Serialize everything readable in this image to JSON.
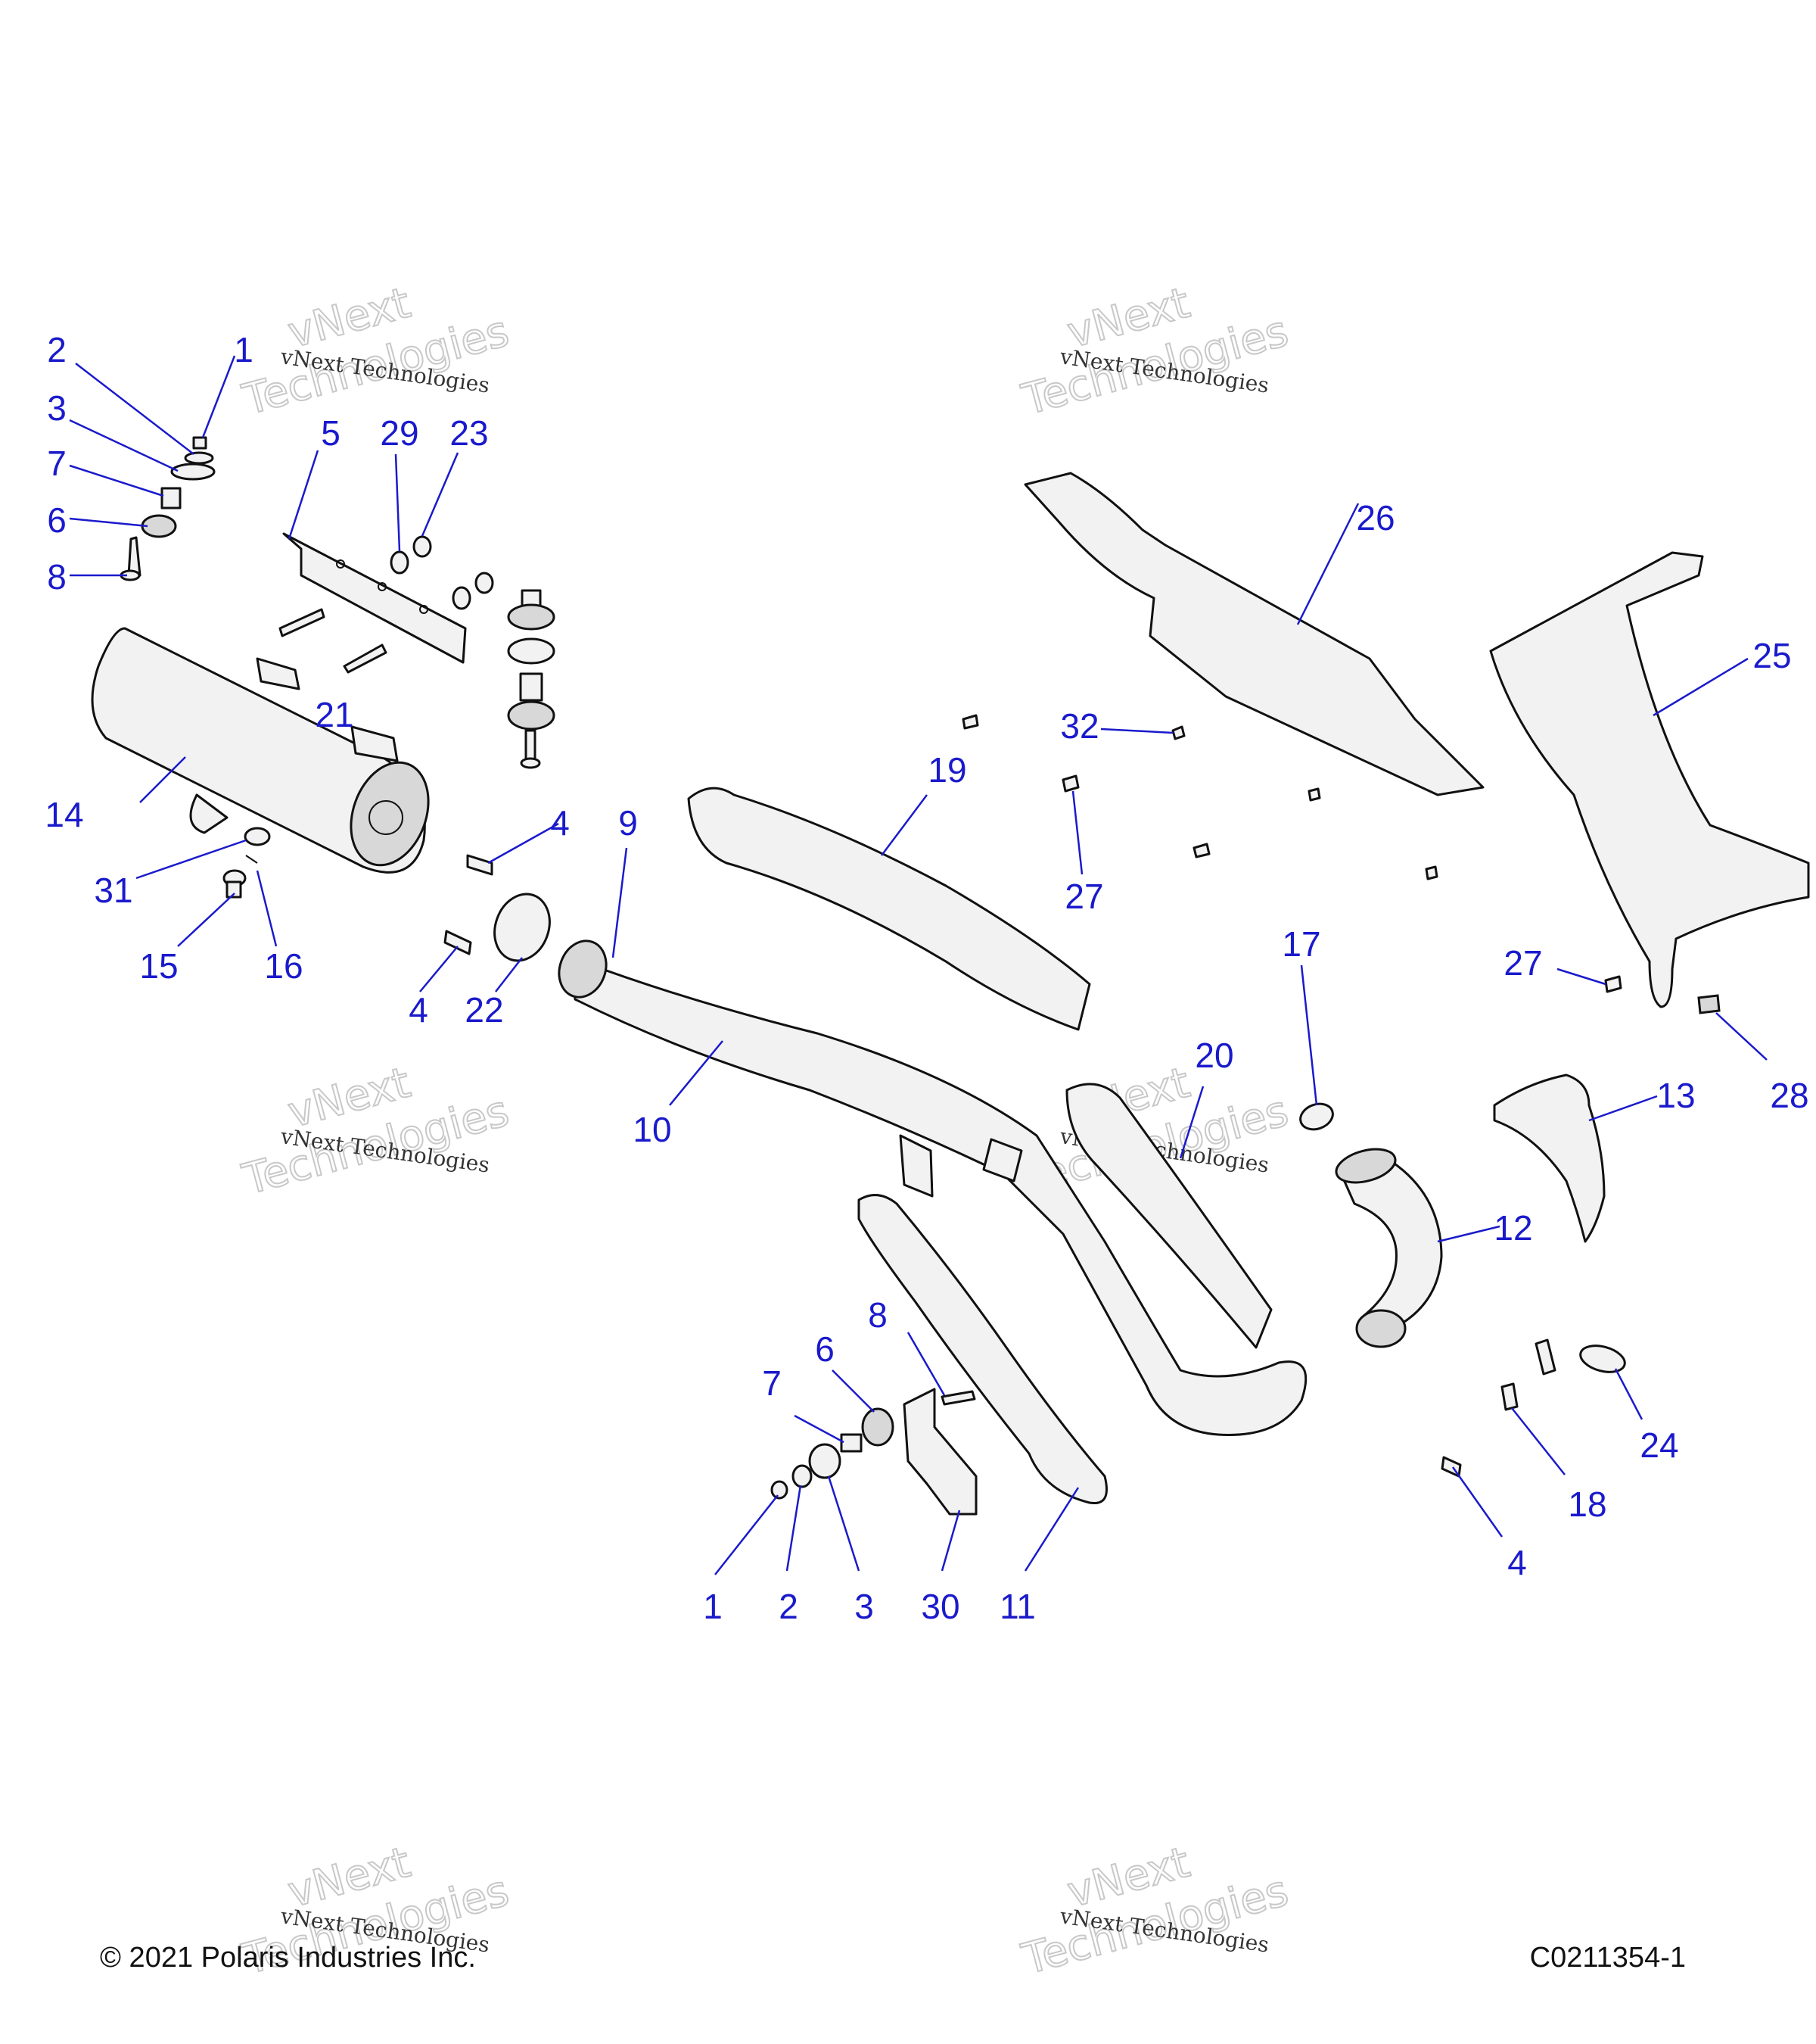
{
  "colors": {
    "callout": "#1a1acc",
    "line": "#111111",
    "watermark": "#c8c8c8"
  },
  "watermark": {
    "line1": "vNext",
    "line2": "Technologies",
    "small": "vNext Technologies"
  },
  "footer": {
    "copyright": "© 2021 Polaris Industries Inc.",
    "figure_id": "C0211354-1"
  },
  "callouts": {
    "c1a": "1",
    "c2a": "2",
    "c3a": "3",
    "c7a": "7",
    "c6a": "6",
    "c8a": "8",
    "c5": "5",
    "c29": "29",
    "c23": "23",
    "c21": "21",
    "c14": "14",
    "c31": "31",
    "c15": "15",
    "c16": "16",
    "c4a": "4",
    "c4b": "4",
    "c22": "22",
    "c9": "9",
    "c10": "10",
    "c19": "19",
    "c32": "32",
    "c27a": "27",
    "c26": "26",
    "c25": "25",
    "c27b": "27",
    "c28": "28",
    "c17": "17",
    "c20": "20",
    "c13": "13",
    "c12": "12",
    "c8b": "8",
    "c6b": "6",
    "c7b": "7",
    "c1b": "1",
    "c2b": "2",
    "c3b": "3",
    "c30": "30",
    "c11": "11",
    "c24": "24",
    "c18": "18",
    "c4c": "4"
  }
}
